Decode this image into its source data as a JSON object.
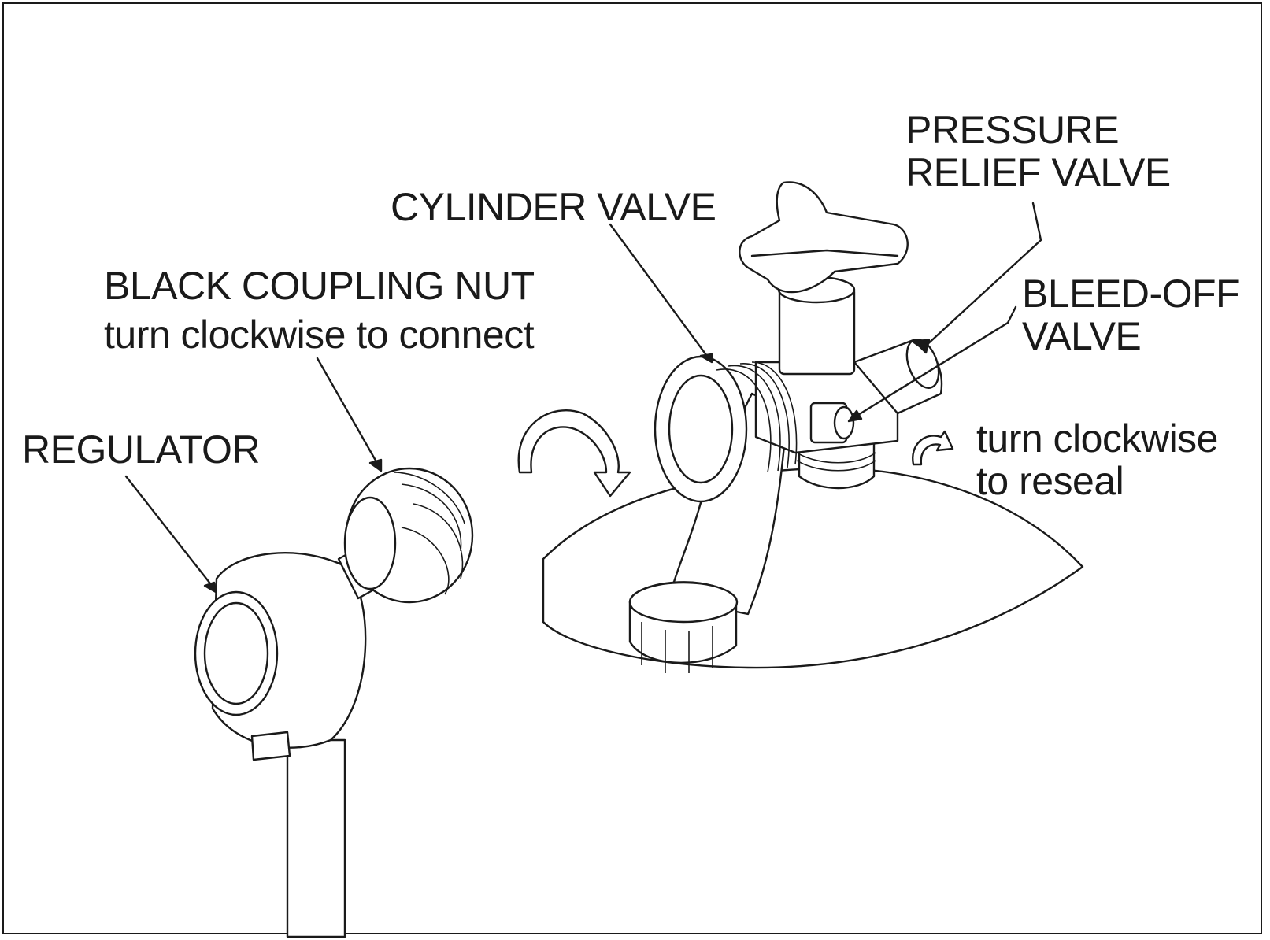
{
  "labels": {
    "pressure_relief_valve": [
      "PRESSURE",
      "RELIEF VALVE"
    ],
    "cylinder_valve": "CYLINDER VALVE",
    "black_coupling_nut": "BLACK COUPLING NUT",
    "coupling_instruction": "turn clockwise to connect",
    "bleed_off_valve": [
      "BLEED-OFF",
      "VALVE"
    ],
    "reseal_instruction": [
      "turn clockwise",
      "to reseal"
    ],
    "regulator": "REGULATOR"
  },
  "colors": {
    "ink": "#1a1a1a",
    "paper": "#ffffff"
  }
}
